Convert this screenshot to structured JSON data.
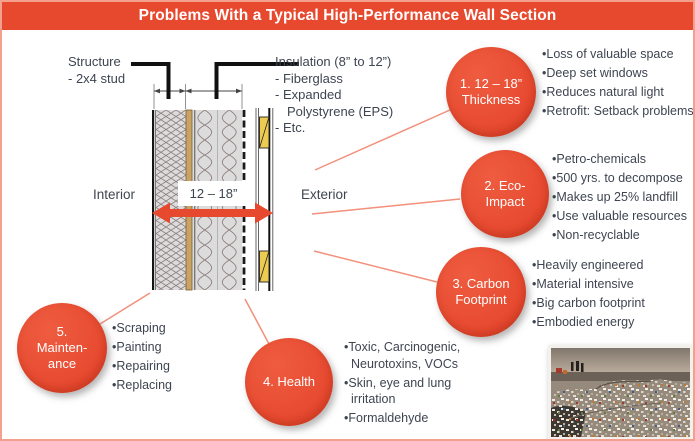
{
  "title": "Problems With a Typical High-Performance Wall Section",
  "wall": {
    "structure_label": "Structure",
    "structure_item": "- 2x4 stud",
    "insulation_label": "Insulation (8” to 12”)",
    "insulation_items": [
      "- Fiberglass",
      "- Expanded",
      "Polystyrene (EPS)",
      "- Etc."
    ],
    "interior_label": "Interior",
    "exterior_label": "Exterior",
    "width_label": "12 – 18”"
  },
  "problems": [
    {
      "circle_lines": [
        "1. 12 – 18”",
        "Thickness"
      ],
      "bullets": [
        "Loss of valuable space",
        "Deep set windows",
        "Reduces natural light",
        "Retrofit: Setback problems"
      ]
    },
    {
      "circle_lines": [
        "2. Eco-",
        "Impact"
      ],
      "bullets": [
        "Petro-chemicals",
        "500 yrs. to decompose",
        "Makes up 25% landfill",
        "Use valuable resources",
        "Non-recyclable"
      ]
    },
    {
      "circle_lines": [
        "3. Carbon",
        "Footprint"
      ],
      "bullets": [
        "Heavily engineered",
        "Material intensive",
        "Big carbon footprint",
        "Embodied energy"
      ]
    },
    {
      "circle_lines": [
        "4. Health"
      ],
      "bullets": [
        "Toxic, Carcinogenic, Neurotoxins, VOCs",
        "Skin, eye and lung irritation",
        "Formaldehyde"
      ]
    },
    {
      "circle_lines": [
        "5.",
        "Mainten-",
        "ance"
      ],
      "bullets": [
        "Scraping",
        "Painting",
        "Repairing",
        "Replacing"
      ]
    }
  ],
  "colors": {
    "accent": "#E7492F",
    "page_border": "#F5A08F",
    "connector": "#F2907B",
    "text": "#3E4551"
  }
}
